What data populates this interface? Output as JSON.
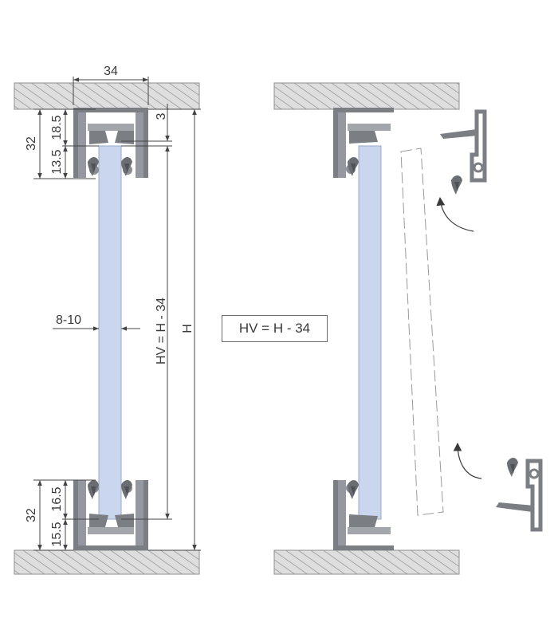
{
  "colors": {
    "glass": "#c9d6ee",
    "glass_stroke": "#9aa9c8",
    "profile": "#7b7e83",
    "profile_light": "#a3a6ab",
    "slab_fill": "#dedede",
    "hatch": "#8f8f8f",
    "dim_line": "#444444",
    "text": "#3a3a3a"
  },
  "icons": [
    "top-slab-icon",
    "bottom-slab-icon",
    "aluminium-profile-icon",
    "glass-panel-icon",
    "rubber-seal-icon",
    "rotation-arrow-icon"
  ],
  "labels": {
    "top_width": "34",
    "top_total": "32",
    "top_upper": "18.5",
    "top_lower": "13.5",
    "top_gap": "3",
    "glass_thickness": "8-10",
    "glass_height": "HV = H - 34",
    "total_height": "H",
    "bottom_total": "32",
    "bottom_upper": "16.5",
    "bottom_lower": "15.5",
    "formula": "HV = H - 34"
  }
}
